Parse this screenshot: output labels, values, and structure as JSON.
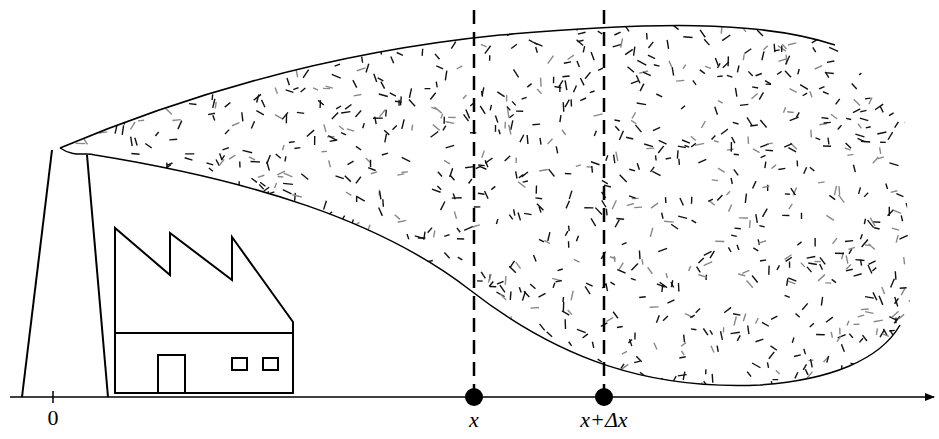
{
  "diagram": {
    "labels": [
      "0",
      "x",
      "x+Δx"
    ]
  }
}
